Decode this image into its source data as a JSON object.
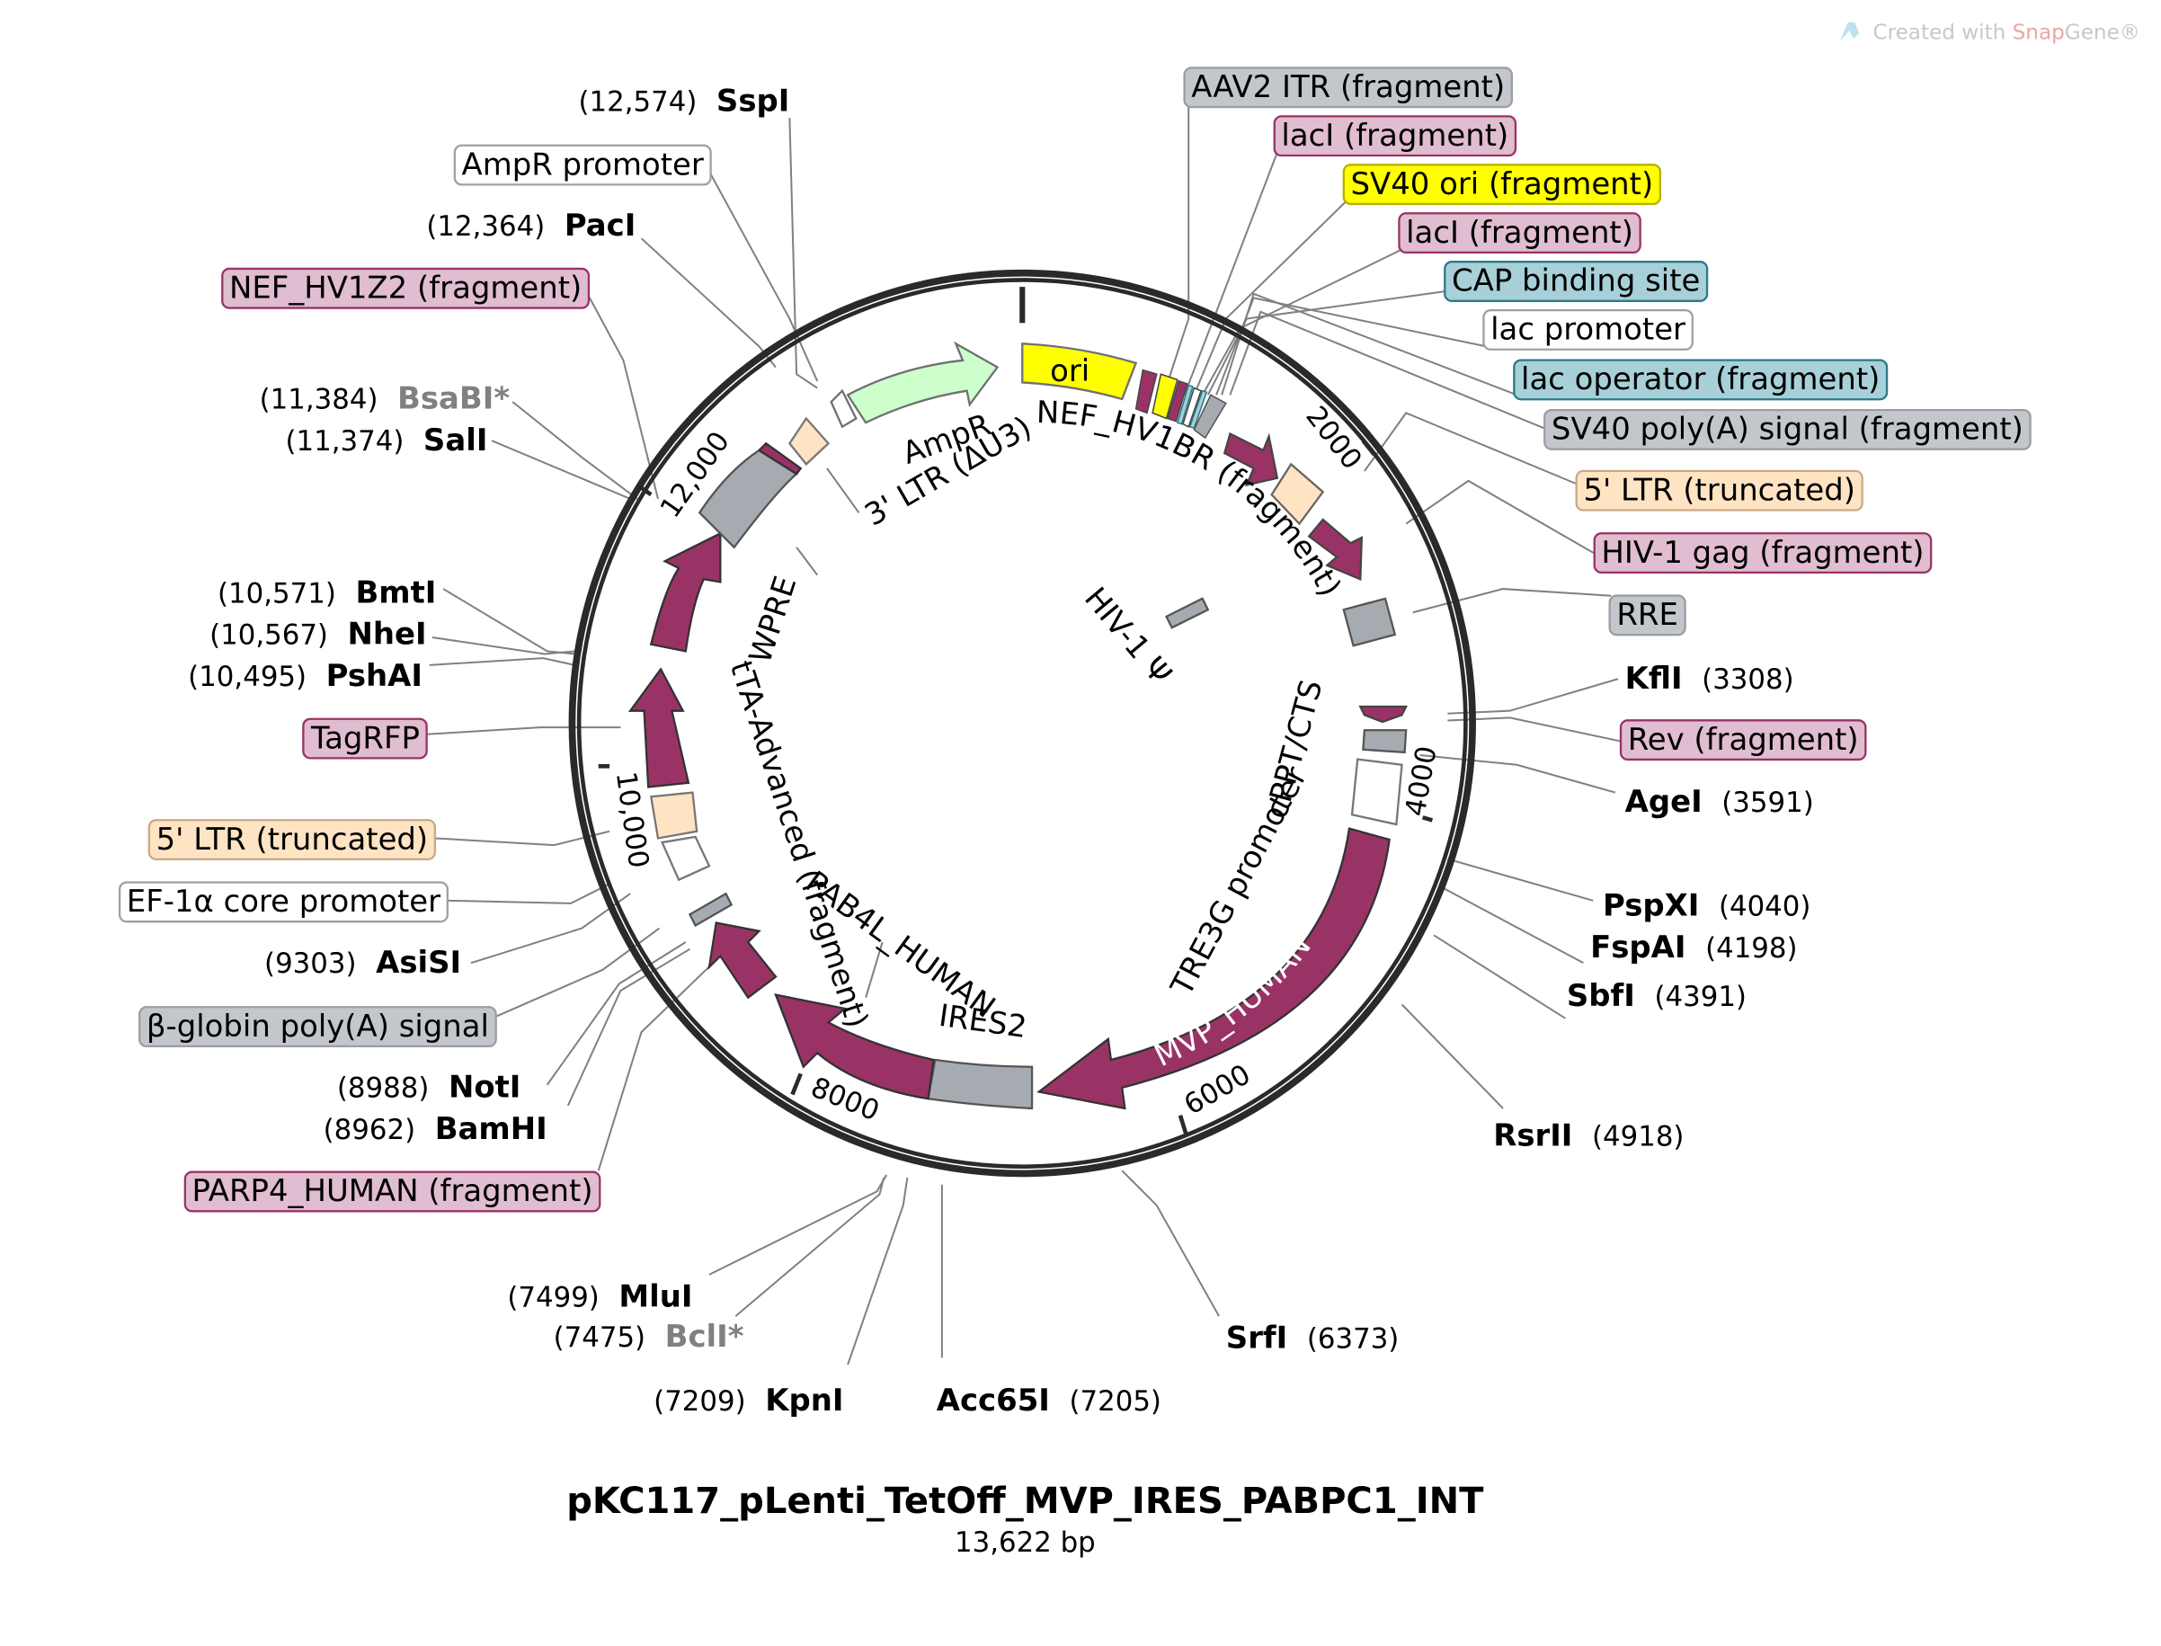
{
  "watermark": {
    "prefix": "Created with ",
    "brand": "Snap",
    "suffix": "Gene®",
    "icon": "snapgene-logo-icon"
  },
  "plasmid": {
    "name": "pKC117_pLenti_TetOff_MVP_IRES_PABPC1_INT",
    "length_label": "13,622 bp",
    "length_bp": 13622
  },
  "colors": {
    "cds": "#993366",
    "cds_label_bg": "#e0bdd0",
    "grey": "#a6abb2",
    "grey_label_bg": "#c3c6ca",
    "ltr": "#ffe4c4",
    "ori": "#ffff00",
    "ampr": "#ccffcc",
    "operator": "#a8d0d8",
    "promoter": "#ffffff"
  },
  "ticks": [
    "2000",
    "4000",
    "6000",
    "8000",
    "10,000",
    "12,000"
  ],
  "inner_labels": [
    "ori",
    "AmpR",
    "3' LTR (ΔU3)",
    "NEF_HV1BR (fragment)",
    "HIV-1 Ψ",
    "cPPT/CTS",
    "TRE3G promoter",
    "MVP_HUMAN",
    "IRES2",
    "PAB4L_HUMAN",
    "tTA-Advanced (fragment)",
    "WPRE"
  ],
  "feature_labels_right": [
    {
      "text": "AAV2 ITR (fragment)",
      "style": "grey"
    },
    {
      "text": "lacI (fragment)",
      "style": "cds"
    },
    {
      "text": "SV40 ori (fragment)",
      "style": "ori"
    },
    {
      "text": "lacI (fragment)",
      "style": "cds"
    },
    {
      "text": "CAP binding site",
      "style": "operator"
    },
    {
      "text": "lac promoter",
      "style": "promoter"
    },
    {
      "text": "lac operator (fragment)",
      "style": "operator"
    },
    {
      "text": "SV40 poly(A) signal (fragment)",
      "style": "grey"
    },
    {
      "text": "5' LTR (truncated)",
      "style": "ltr"
    },
    {
      "text": "HIV-1 gag (fragment)",
      "style": "cds"
    },
    {
      "text": "RRE",
      "style": "grey"
    },
    {
      "text": "Rev (fragment)",
      "style": "cds"
    }
  ],
  "feature_labels_left": [
    {
      "text": "AmpR promoter",
      "style": "promoter"
    },
    {
      "text": "NEF_HV1Z2 (fragment)",
      "style": "cds"
    },
    {
      "text": "TagRFP",
      "style": "cds"
    },
    {
      "text": "5' LTR (truncated)",
      "style": "ltr"
    },
    {
      "text": "EF-1α core promoter",
      "style": "promoter"
    },
    {
      "text": "β-globin poly(A) signal",
      "style": "grey"
    },
    {
      "text": "PARP4_HUMAN (fragment)",
      "style": "cds"
    }
  ],
  "enzymes_right": [
    {
      "name": "KflI",
      "pos": "(3308)"
    },
    {
      "name": "AgeI",
      "pos": "(3591)"
    },
    {
      "name": "PspXI",
      "pos": "(4040)"
    },
    {
      "name": "FspAI",
      "pos": "(4198)"
    },
    {
      "name": "SbfI",
      "pos": "(4391)"
    },
    {
      "name": "RsrII",
      "pos": "(4918)"
    },
    {
      "name": "SrfI",
      "pos": "(6373)"
    },
    {
      "name": "Acc65I",
      "pos": "(7205)"
    }
  ],
  "enzymes_left": [
    {
      "name": "SspI",
      "pos": "(12,574)",
      "grey": false
    },
    {
      "name": "PacI",
      "pos": "(12,364)",
      "grey": false
    },
    {
      "name": "BsaBI*",
      "pos": "(11,384)",
      "grey": true
    },
    {
      "name": "SalI",
      "pos": "(11,374)",
      "grey": false
    },
    {
      "name": "BmtI",
      "pos": "(10,571)",
      "grey": false
    },
    {
      "name": "NheI",
      "pos": "(10,567)",
      "grey": false
    },
    {
      "name": "PshAI",
      "pos": "(10,495)",
      "grey": false
    },
    {
      "name": "AsiSI",
      "pos": "(9303)",
      "grey": false
    },
    {
      "name": "NotI",
      "pos": "(8988)",
      "grey": false
    },
    {
      "name": "BamHI",
      "pos": "(8962)",
      "grey": false
    },
    {
      "name": "MluI",
      "pos": "(7499)",
      "grey": false
    },
    {
      "name": "BclI*",
      "pos": "(7475)",
      "grey": true
    },
    {
      "name": "KpnI",
      "pos": "(7209)",
      "grey": false
    }
  ]
}
